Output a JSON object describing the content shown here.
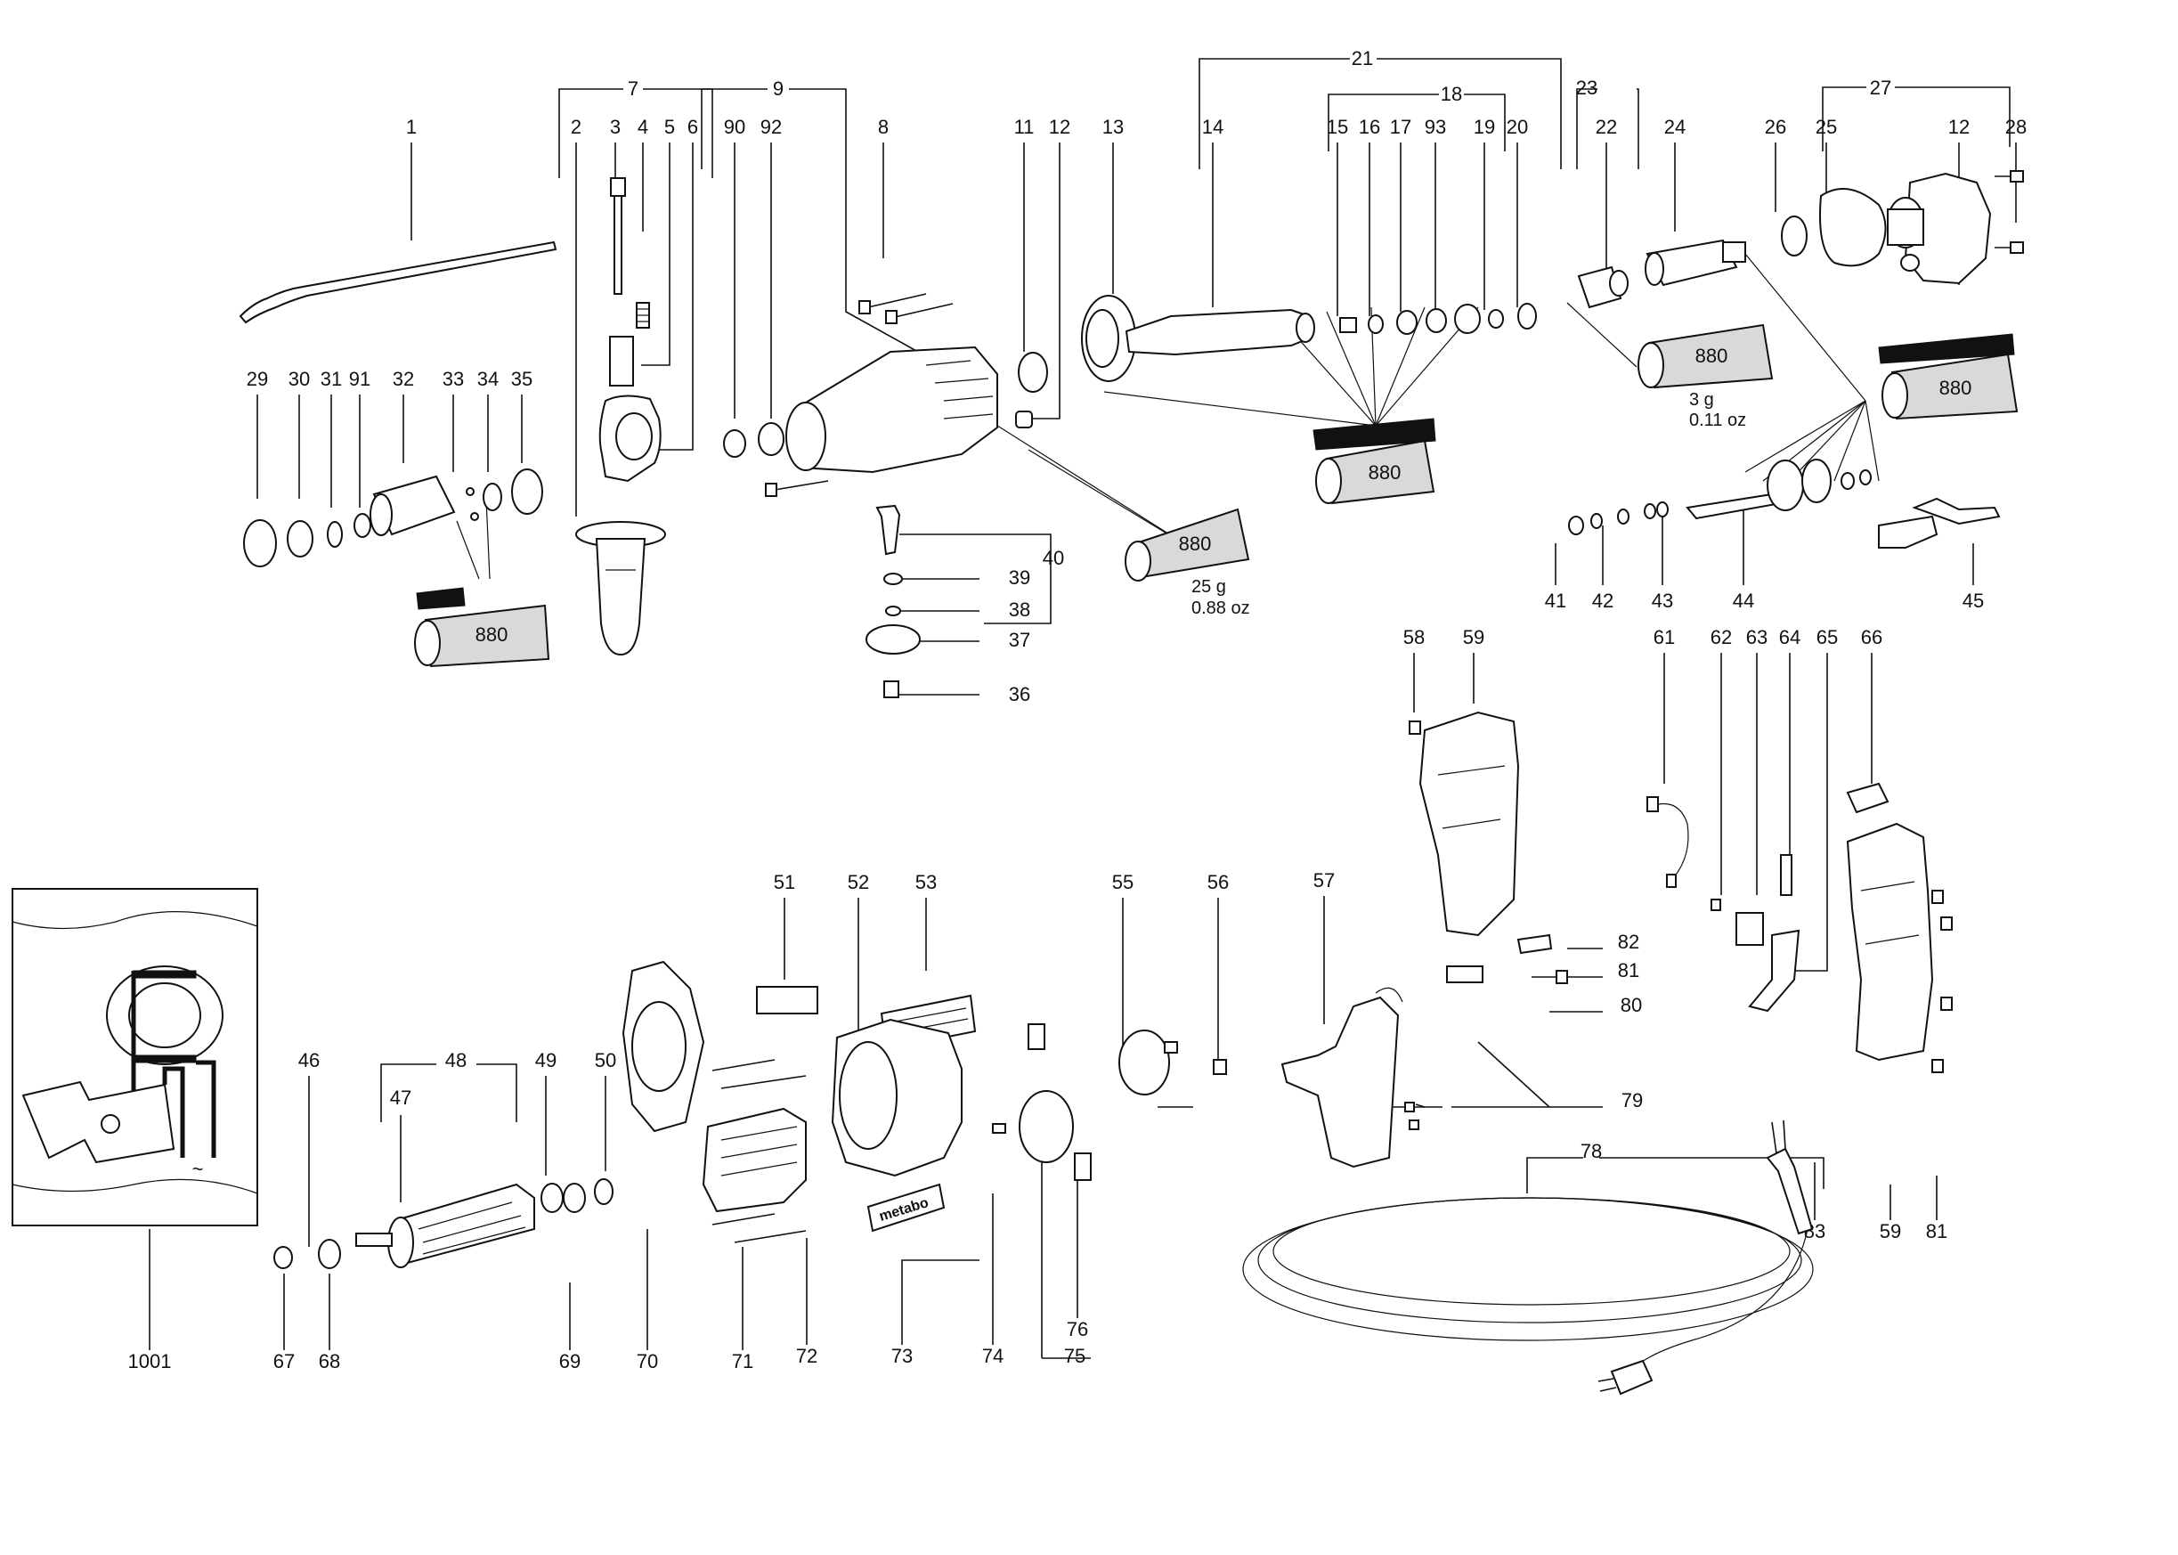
{
  "tube_label": "880",
  "grease_note_1": {
    "mass": "25 g",
    "oz": "0.88 oz"
  },
  "grease_note_2": {
    "mass": "3 g",
    "oz": "0.11 oz"
  },
  "logo_text": "metabo",
  "part_numbers": [
    "1",
    "2",
    "3",
    "4",
    "5",
    "6",
    "7",
    "8",
    "9",
    "90",
    "92",
    "11",
    "12",
    "13",
    "14",
    "15",
    "16",
    "17",
    "93",
    "18",
    "19",
    "20",
    "21",
    "22",
    "23",
    "24",
    "25",
    "26",
    "27",
    "12",
    "28",
    "29",
    "30",
    "31",
    "91",
    "32",
    "33",
    "34",
    "35",
    "36",
    "37",
    "38",
    "39",
    "40",
    "41",
    "42",
    "43",
    "44",
    "45",
    "46",
    "47",
    "48",
    "49",
    "50",
    "51",
    "52",
    "53",
    "55",
    "56",
    "57",
    "58",
    "59",
    "61",
    "62",
    "63",
    "64",
    "65",
    "66",
    "59",
    "67",
    "68",
    "69",
    "70",
    "71",
    "72",
    "73",
    "74",
    "75",
    "76",
    "78",
    "79",
    "80",
    "81",
    "82",
    "83",
    "81",
    "1001"
  ],
  "colors": {
    "ink": "#111111",
    "tube_fill": "#d9d9d9",
    "background": "#ffffff"
  }
}
